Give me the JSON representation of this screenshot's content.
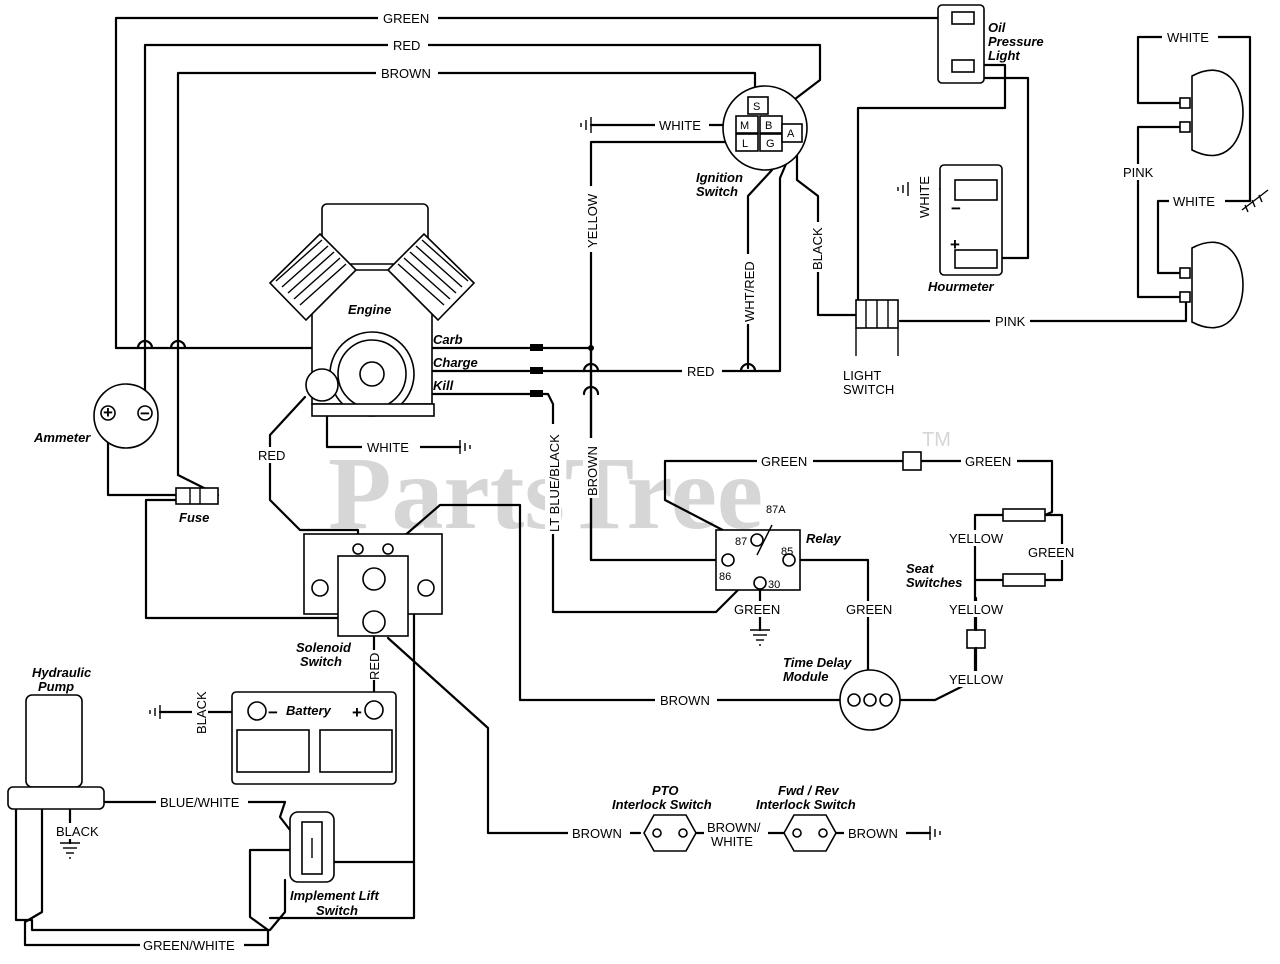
{
  "watermark": {
    "text": "PartsTree",
    "tm": "TM"
  },
  "components": {
    "oil_pressure_light": [
      "Oil",
      "Pressure",
      "Light"
    ],
    "ignition_switch": [
      "Ignition",
      "Switch"
    ],
    "ignition_terminals": {
      "s": "S",
      "m": "M",
      "b": "B",
      "l": "L",
      "g": "G",
      "a": "A"
    },
    "hourmeter": "Hourmeter",
    "engine": "Engine",
    "engine_terminals": {
      "carb": "Carb",
      "charge": "Charge",
      "kill": "Kill"
    },
    "ammeter": "Ammeter",
    "fuse": "Fuse",
    "light_switch": [
      "LIGHT",
      "SWITCH"
    ],
    "relay": "Relay",
    "relay_terminals": {
      "t87a": "87A",
      "t87": "87",
      "t85": "85",
      "t86": "86",
      "t30": "30"
    },
    "seat_switches": [
      "Seat",
      "Switches"
    ],
    "time_delay_module": [
      "Time Delay",
      "Module"
    ],
    "solenoid_switch": [
      "Solenoid",
      "Switch"
    ],
    "battery": "Battery",
    "hydraulic_pump": [
      "Hydraulic",
      "Pump"
    ],
    "implement_lift_switch": [
      "Implement Lift",
      "Switch"
    ],
    "pto_interlock_switch": [
      "PTO",
      "Interlock Switch"
    ],
    "fwd_rev_interlock_switch": [
      "Fwd / Rev",
      "Interlock Switch"
    ]
  },
  "wire_labels": {
    "green": "GREEN",
    "red": "RED",
    "brown": "BROWN",
    "white": "WHITE",
    "yellow": "YELLOW",
    "wht_red": "WHT/RED",
    "black": "BLACK",
    "pink": "PINK",
    "lt_blue_black": "LT BLUE/BLACK",
    "blue_white": "BLUE/WHITE",
    "green_white": "GREEN/WHITE",
    "brown_white": [
      "BROWN/",
      "WHITE"
    ]
  },
  "symbols": {
    "plus": "+",
    "minus": "−"
  }
}
